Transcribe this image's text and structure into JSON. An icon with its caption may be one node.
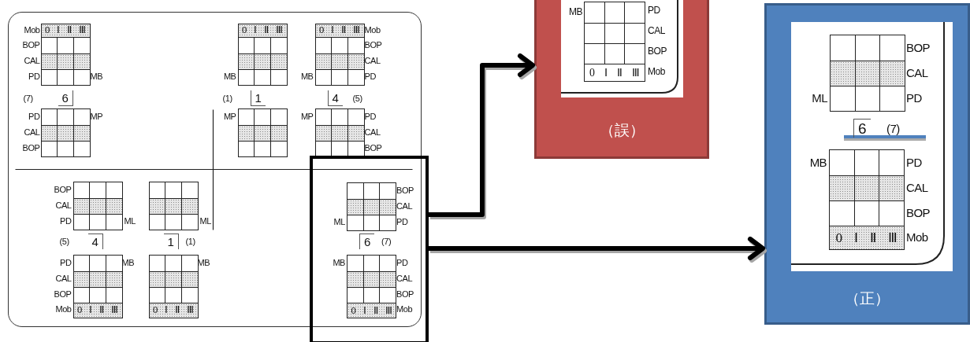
{
  "diagram": {
    "nodes": [
      {
        "text": [],
        "shape": "box"
      },
      {
        "text": [
          "Mob",
          "0",
          "Ⅰ",
          "Ⅱ",
          "Ⅲ",
          "BOP",
          "CAL",
          "PD",
          "MB",
          "(7)",
          "6",
          "PD",
          "MP",
          "CAL",
          "BOP"
        ],
        "in": 0
      },
      {
        "text": [
          "0",
          "Ⅰ",
          "Ⅱ",
          "Ⅲ",
          "MB",
          "(1)",
          "1",
          "MP"
        ],
        "in": 0
      },
      {
        "text": [
          "0",
          "Ⅰ",
          "Ⅱ",
          "Ⅲ",
          "Mob",
          "BOP",
          "CAL",
          "MB",
          "PD",
          "4",
          "(5)",
          "MP",
          "PD",
          "CAL",
          "BOP"
        ],
        "in": 0
      },
      {
        "text": [
          "BOP",
          "CAL",
          "PD",
          "ML",
          "(5)",
          "4",
          "PD",
          "MB",
          "CAL",
          "BOP",
          "Mob",
          "0",
          "Ⅰ",
          "Ⅱ",
          "Ⅲ"
        ],
        "in": 0
      },
      {
        "text": [
          "ML",
          "1",
          "(1)",
          "MB",
          "0",
          "Ⅰ",
          "Ⅱ",
          "Ⅲ"
        ],
        "in": 0
      },
      {
        "text": [],
        "shape": "box"
      },
      {
        "text": [
          "BOP",
          "CAL",
          "ML",
          "PD",
          "6",
          "(7)",
          "MB",
          "PD",
          "CAL",
          "BOP",
          "0",
          "Ⅰ",
          "Ⅱ",
          "Ⅲ",
          "Mob"
        ],
        "in": 6
      },
      {
        "text": [
          "（誤）"
        ]
      },
      {
        "text": [
          "MB",
          "PD",
          "CAL",
          "BOP",
          "0",
          "Ⅰ",
          "Ⅱ",
          "Ⅲ",
          "Mob"
        ],
        "in": 8
      },
      {
        "text": [
          "（正）"
        ]
      },
      {
        "text": [
          "BOP",
          "CAL",
          "ML",
          "PD",
          "6",
          "(7)",
          "MB",
          "PD",
          "CAL",
          "BOP",
          "0",
          "Ⅰ",
          "Ⅱ",
          "Ⅲ",
          "Mob"
        ],
        "in": 10
      }
    ],
    "edges": [
      {
        "from": 6,
        "to": 8,
        "arrow": "to"
      },
      {
        "from": 6,
        "to": 10,
        "arrow": "to"
      }
    ]
  }
}
